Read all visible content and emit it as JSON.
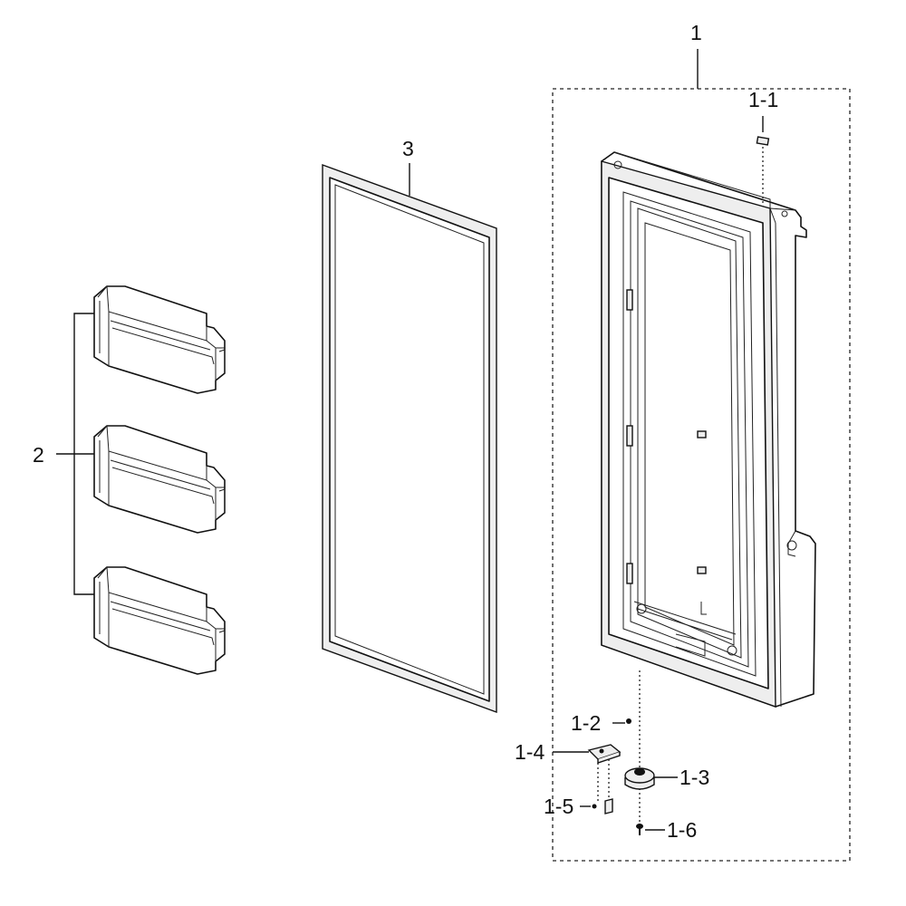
{
  "labels": {
    "door_assembly": "1",
    "cap": "1-1",
    "screw_top": "1-2",
    "hinge_bushing": "1-3",
    "stopper": "1-4",
    "screw_small": "1-5",
    "screw_bottom": "1-6",
    "door_guards": "2",
    "gasket": "3"
  },
  "parts": [
    "door-assembly",
    "door-bin",
    "door-bin",
    "door-bin",
    "door-gasket",
    "cap",
    "hinge-bushing",
    "stopper",
    "screw",
    "screw",
    "screw"
  ]
}
